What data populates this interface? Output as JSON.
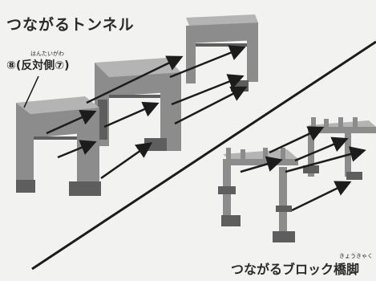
{
  "top_section": {
    "title": "つながるトンネル",
    "part_label": "⑧(反対側⑦)",
    "part_label_ruby": "はんたいがわ"
  },
  "bottom_section": {
    "title": "つながるブロック橋脚",
    "title_ruby": "きょうきゃく"
  },
  "colors": {
    "part_fill": "#8c8c8c",
    "part_dark": "#5e5e5e",
    "part_light": "#b4b4b4",
    "arrow": "#1c1c1c",
    "divider": "#1c1c1c",
    "background": "#f2f2f0"
  }
}
